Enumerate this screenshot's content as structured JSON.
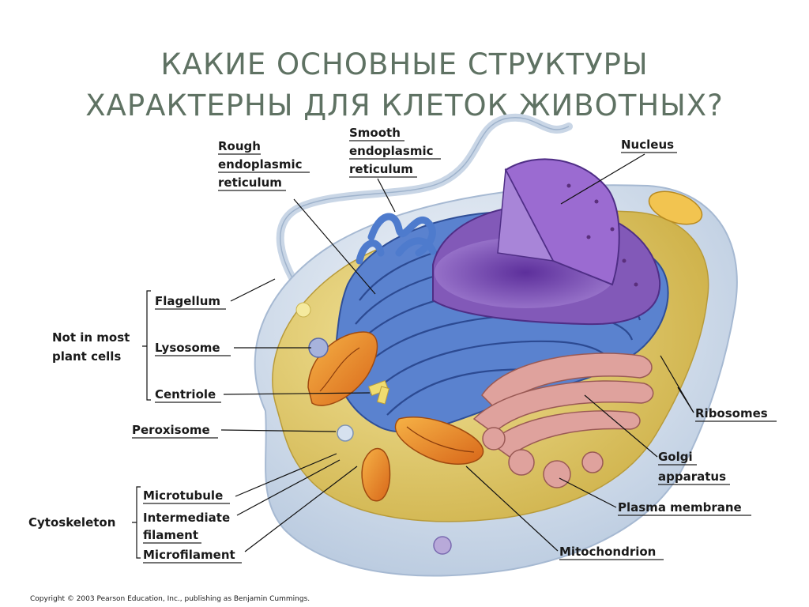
{
  "slide": {
    "title_line1": "КАКИЕ ОСНОВНЫЕ СТРУКТУРЫ",
    "title_line2": "ХАРАКТЕРНЫ ДЛЯ КЛЕТОК ЖИВОТНЫХ?"
  },
  "diagram": {
    "labels": {
      "rough_er": [
        "Rough",
        "endoplasmic",
        "reticulum"
      ],
      "smooth_er": [
        "Smooth",
        "endoplasmic",
        "reticulum"
      ],
      "nucleus": "Nucleus",
      "flagellum": "Flagellum",
      "lysosome": "Lysosome",
      "centriole": "Centriole",
      "not_in_most_plant_cells": [
        "Not in most",
        "plant cells"
      ],
      "peroxisome": "Peroxisome",
      "microtubule": "Microtubule",
      "intermediate_filament": [
        "Intermediate",
        "filament"
      ],
      "microfilament": "Microfilament",
      "cytoskeleton": "Cytoskeleton",
      "ribosomes": "Ribosomes",
      "golgi": [
        "Golgi",
        "apparatus"
      ],
      "plasma_membrane": "Plasma membrane",
      "mitochondrion": "Mitochondrion"
    },
    "copyright": "Copyright © 2003 Pearson Education, Inc., publishing as Benjamin Cummings."
  },
  "colors": {
    "title": "#5f7263",
    "membrane_outer": "#cfdbea",
    "cytoplasm": "#e3cf63",
    "er": "#4f79c6",
    "nucleus": "#8a58b8",
    "golgi": "#d99a95",
    "mitochondrion": "#ec8c2c"
  }
}
